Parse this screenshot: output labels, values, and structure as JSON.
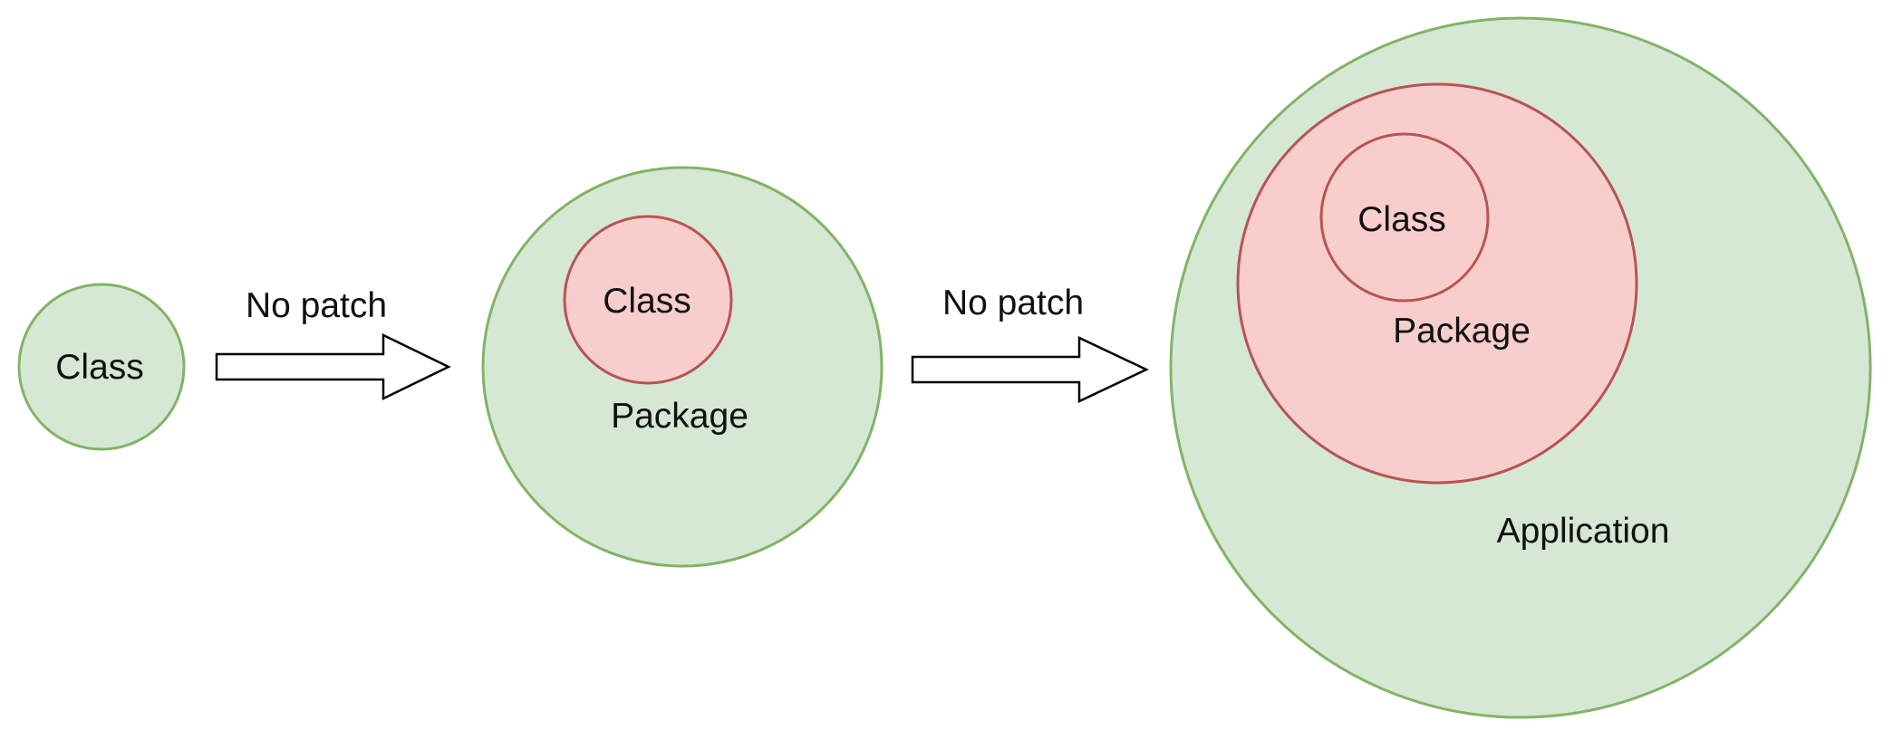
{
  "colors": {
    "scope_fill_green": "#d5e8d4",
    "scope_stroke_green": "#82b366",
    "scope_fill_red": "#f8cecc",
    "scope_stroke_red": "#b85450",
    "arrow_fill": "#ffffff",
    "arrow_stroke": "#000000",
    "text": "#111111"
  },
  "stage1": {
    "class_label": "Class"
  },
  "arrow1": {
    "label": "No patch"
  },
  "stage2": {
    "class_label": "Class",
    "package_label": "Package"
  },
  "arrow2": {
    "label": "No patch"
  },
  "stage3": {
    "class_label": "Class",
    "package_label": "Package",
    "application_label": "Application"
  }
}
